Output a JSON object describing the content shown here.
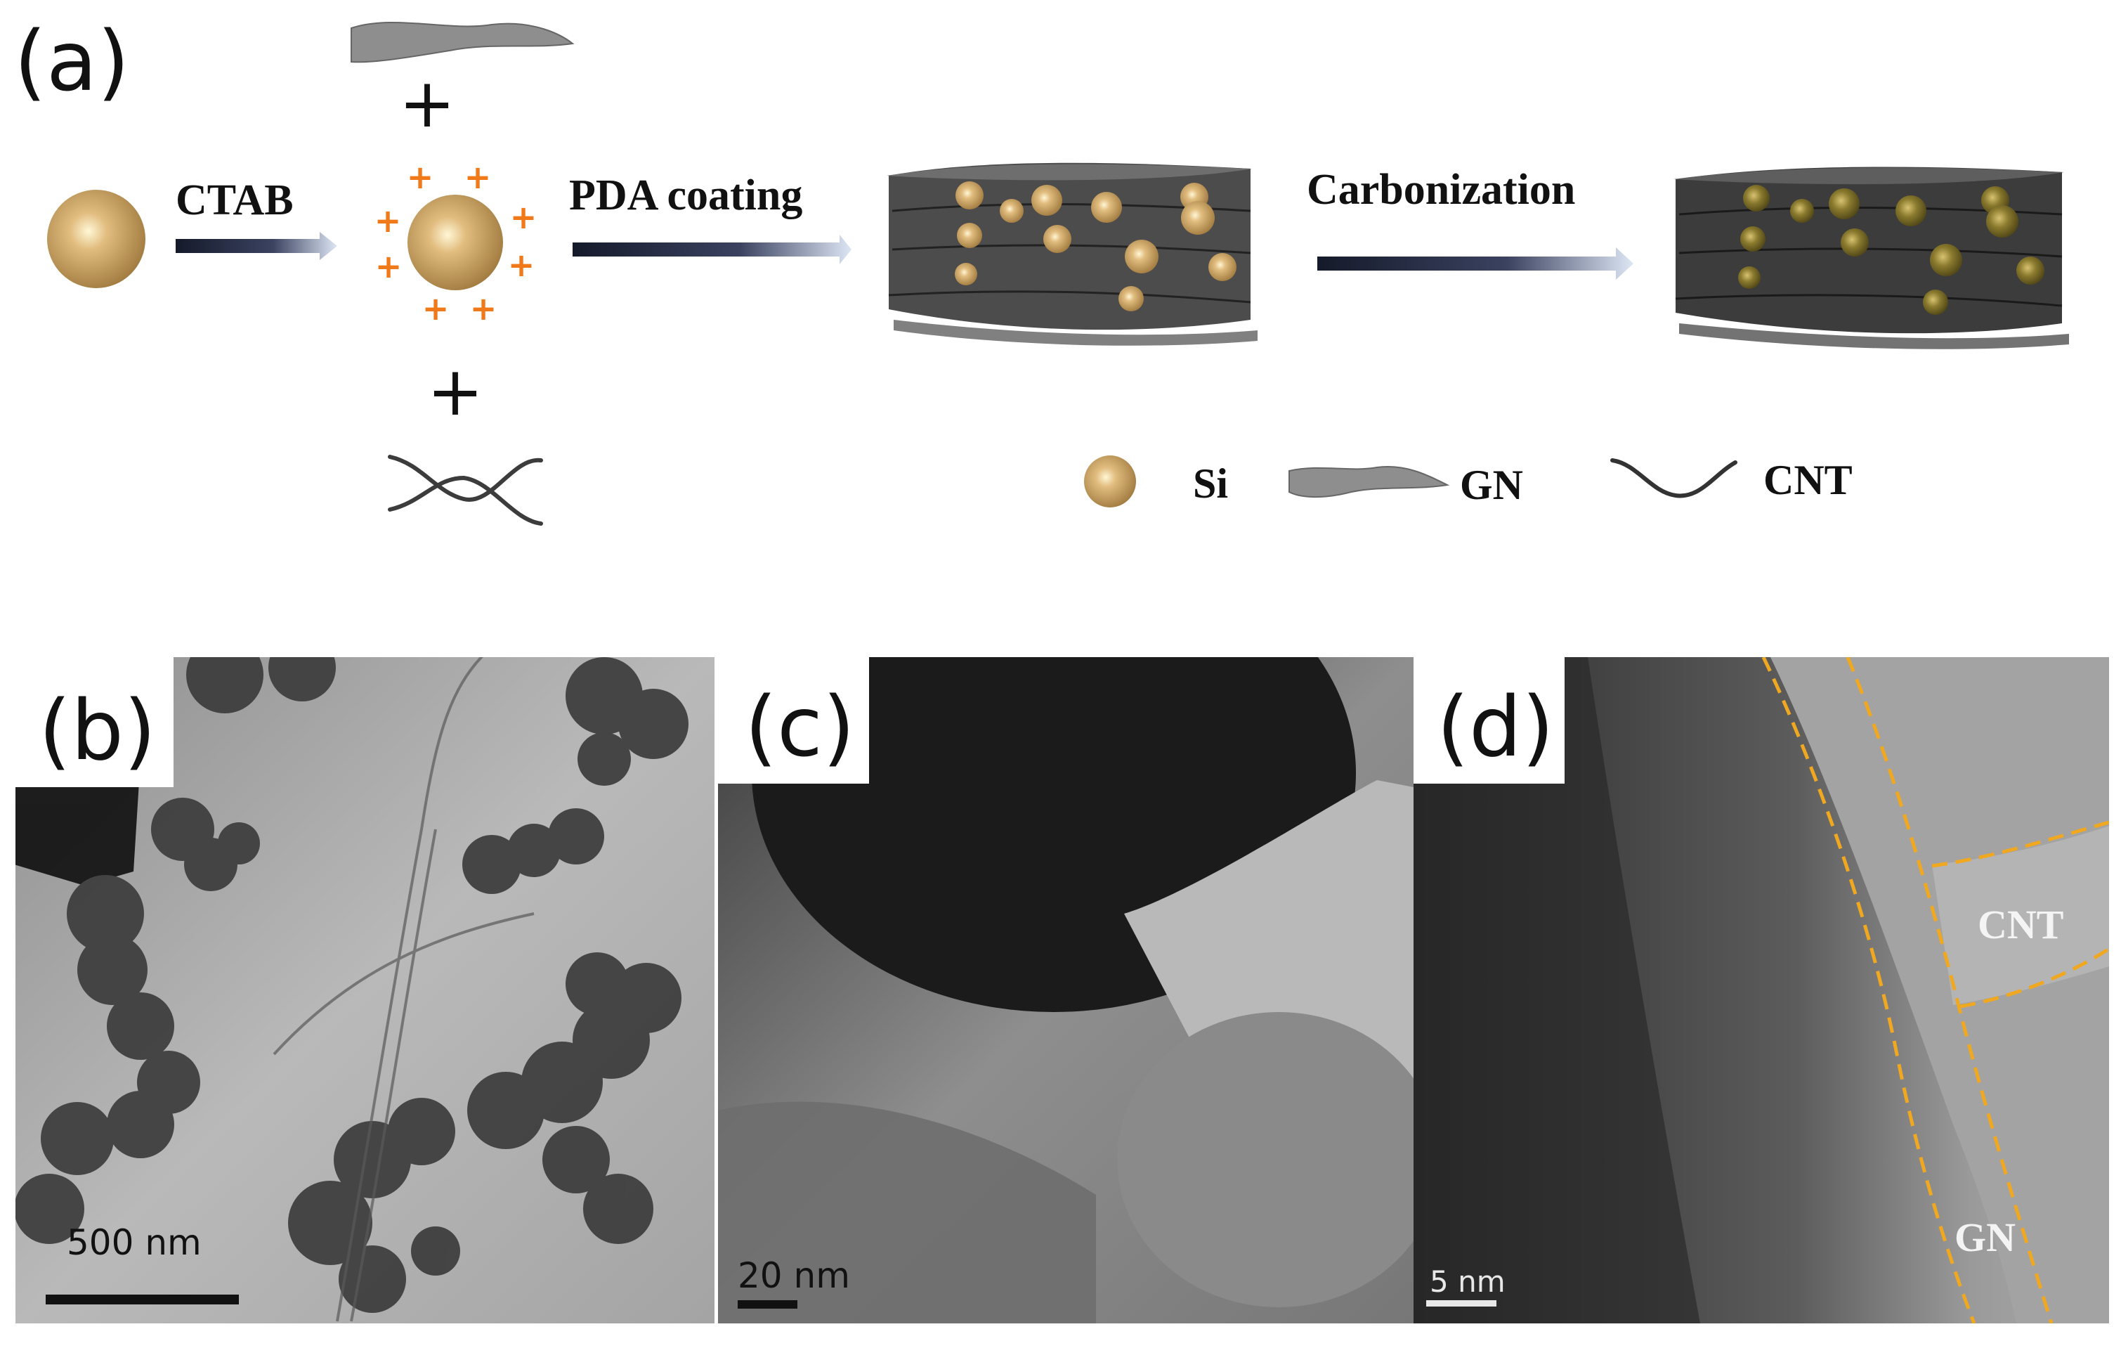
{
  "panels": {
    "a": {
      "label": "(a)"
    },
    "b": {
      "label": "(b)",
      "scale_bar": "500 nm"
    },
    "c": {
      "label": "(c)",
      "scale_bar": "20  nm"
    },
    "d": {
      "label": "(d)",
      "scale_bar": "5  nm",
      "annotations": {
        "cnt": "CNT",
        "gn": "GN"
      }
    }
  },
  "scheme": {
    "steps": [
      "CTAB",
      "PDA coating",
      "Carbonization"
    ],
    "plus_sign": "+",
    "charge_sign": "+",
    "legend": [
      {
        "name": "Si",
        "icon": "si-sphere-icon"
      },
      {
        "name": "GN",
        "icon": "graphene-sheet-icon"
      },
      {
        "name": "CNT",
        "icon": "carbon-nanotube-icon"
      }
    ]
  },
  "colors": {
    "si_particle": "#c9a46a",
    "si_carbonized": "#8a7a2e",
    "graphene": "#5e5e5e",
    "charge": "#f07a1a",
    "boundary": "#f0a820"
  }
}
